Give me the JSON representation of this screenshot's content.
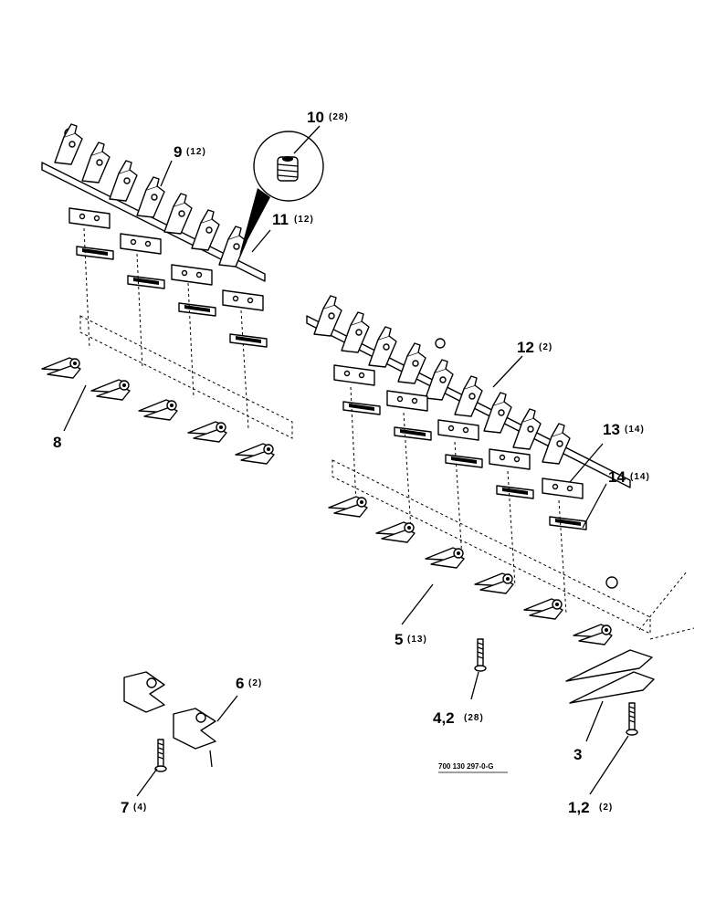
{
  "figure_code": "700 130 297-0-G",
  "callouts": [
    {
      "id": "c10",
      "number": "10",
      "qty": "(28)"
    },
    {
      "id": "c9",
      "number": "9",
      "qty": "(12)"
    },
    {
      "id": "c11",
      "number": "11",
      "qty": "(12)"
    },
    {
      "id": "c12",
      "number": "12",
      "qty": "(2)"
    },
    {
      "id": "c13",
      "number": "13",
      "qty": "(14)"
    },
    {
      "id": "c14",
      "number": "14",
      "qty": "(14)"
    },
    {
      "id": "c8",
      "number": "8",
      "qty": ""
    },
    {
      "id": "c5",
      "number": "5",
      "qty": "(13)"
    },
    {
      "id": "c6",
      "number": "6",
      "qty": "(2)"
    },
    {
      "id": "c4",
      "number": "4,2",
      "qty": "(28)"
    },
    {
      "id": "c3",
      "number": "3",
      "qty": ""
    },
    {
      "id": "c7",
      "number": "7",
      "qty": "(4)"
    },
    {
      "id": "c1",
      "number": "1,2",
      "qty": "(2)"
    }
  ]
}
